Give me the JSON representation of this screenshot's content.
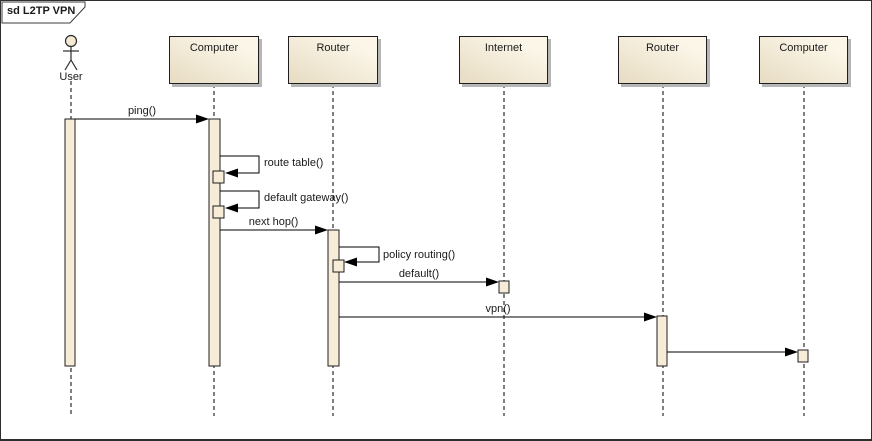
{
  "frame": {
    "title": "sd L2TP VPN",
    "diagram_type": "uml-sequence-diagram"
  },
  "participants": [
    {
      "id": "user",
      "kind": "actor",
      "label": "User"
    },
    {
      "id": "computer1",
      "kind": "object",
      "label": "Computer"
    },
    {
      "id": "router1",
      "kind": "object",
      "label": "Router"
    },
    {
      "id": "internet",
      "kind": "object",
      "label": "Internet"
    },
    {
      "id": "router2",
      "kind": "object",
      "label": "Router"
    },
    {
      "id": "computer2",
      "kind": "object",
      "label": "Computer"
    }
  ],
  "messages": [
    {
      "label": "ping()",
      "from": "user",
      "to": "computer1",
      "self": false
    },
    {
      "label": "route table()",
      "from": "computer1",
      "to": "computer1",
      "self": true
    },
    {
      "label": "default gateway()",
      "from": "computer1",
      "to": "computer1",
      "self": true
    },
    {
      "label": "next hop()",
      "from": "computer1",
      "to": "router1",
      "self": false
    },
    {
      "label": "policy routing()",
      "from": "router1",
      "to": "router1",
      "self": true
    },
    {
      "label": "default()",
      "from": "router1",
      "to": "internet",
      "self": false
    },
    {
      "label": "vpn()",
      "from": "router1",
      "to": "router2",
      "self": false
    },
    {
      "label": "",
      "from": "router2",
      "to": "computer2",
      "self": false
    }
  ],
  "colors": {
    "background": "#ffffff",
    "box_fill_light": "#fbf6e8",
    "box_fill_dark": "#e7dcc3",
    "activation_fill": "#f6ecd8",
    "border": "#1f1f1f",
    "shadow": "#b6b6b6",
    "line": "#000000",
    "text": "#1a1a1a"
  }
}
